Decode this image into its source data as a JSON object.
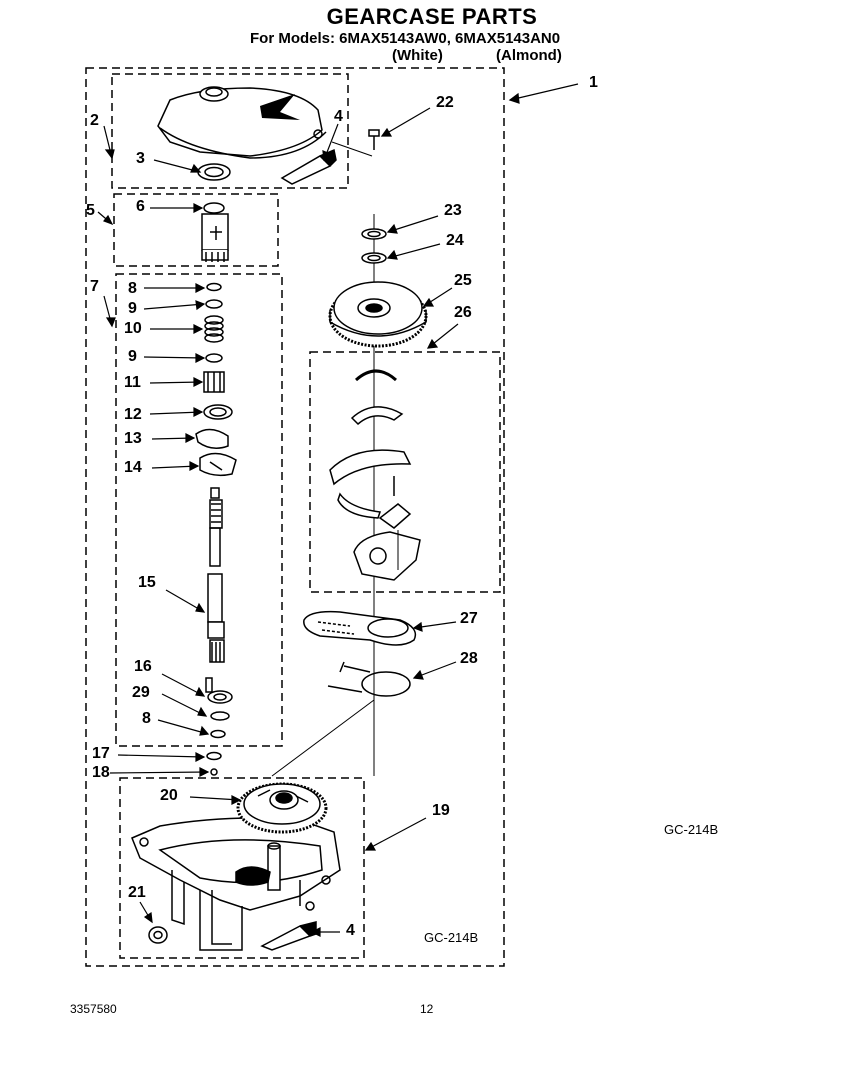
{
  "header": {
    "title": "GEARCASE PARTS",
    "models_line": "For Models: 6MAX5143AW0,  6MAX5143AN0",
    "finish_white": "(White)",
    "finish_almond": "(Almond)"
  },
  "callouts": [
    "1",
    "2",
    "3",
    "4",
    "22",
    "5",
    "6",
    "23",
    "24",
    "7",
    "8",
    "9",
    "10",
    "9",
    "11",
    "12",
    "13",
    "14",
    "25",
    "26",
    "15",
    "27",
    "16",
    "28",
    "29",
    "8",
    "17",
    "18",
    "20",
    "19",
    "21",
    "4"
  ],
  "illustration_codes": {
    "outside": "GC-214B",
    "inside": "GC-214B"
  },
  "footer": {
    "doc_number": "3357580",
    "page_number": "12"
  }
}
